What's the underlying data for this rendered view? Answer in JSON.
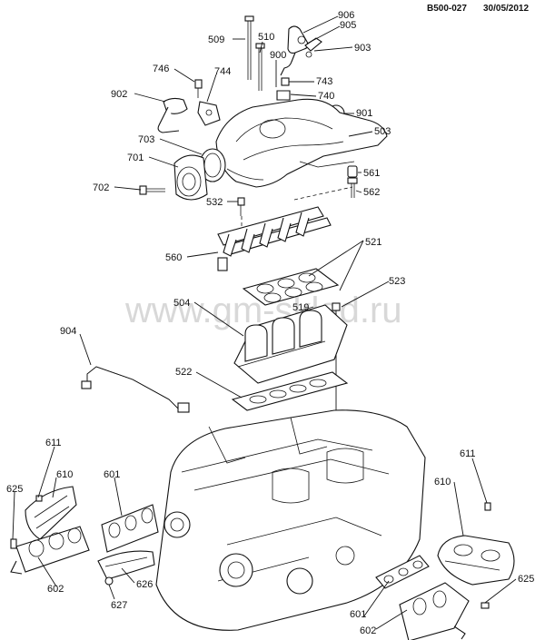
{
  "header": {
    "code": "B500-027",
    "date": "30/05/2012"
  },
  "watermark": "www.gm-sklad.ru",
  "callouts": {
    "c906": "906",
    "c905": "905",
    "c903": "903",
    "c509": "509",
    "c510": "510",
    "c900": "900",
    "c746": "746",
    "c744": "744",
    "c743": "743",
    "c902": "902",
    "c740": "740",
    "c901": "901",
    "c503": "503",
    "c703": "703",
    "c701": "701",
    "c561": "561",
    "c702": "702",
    "c562": "562",
    "c532": "532",
    "c521": "521",
    "c560": "560",
    "c523": "523",
    "c504": "504",
    "c519": "519",
    "c904": "904",
    "c522": "522",
    "c611a": "611",
    "c610a": "610",
    "c601a": "601",
    "c625a": "625",
    "c602a": "602",
    "c626": "626",
    "c627": "627",
    "c611b": "611",
    "c610b": "610",
    "c625b": "625",
    "c601b": "601",
    "c602b": "602"
  }
}
